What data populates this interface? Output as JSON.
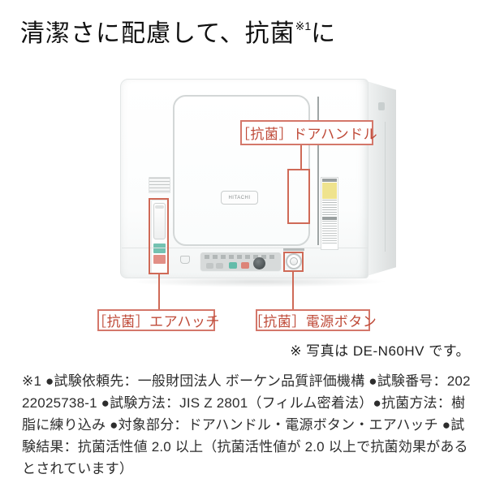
{
  "heading": {
    "pre": "清潔さに配慮して、抗菌",
    "sup": "※1",
    "post": "に"
  },
  "figure": {
    "brand_plate": "HITACHI",
    "annotations": {
      "door_handle": "［抗菌］ドアハンドル",
      "air_hatch": "［抗菌］エアハッチ",
      "power_button": "［抗菌］電源ボタン"
    },
    "caption": "※ 写真は DE-N60HV です。"
  },
  "footnote": "※1 ●試験依頼先：一般財団法人 ボーケン品質評価機構 ●試験番号：20222025738-1 ●試験方法：JIS Z 2801（フィルム密着法）●抗菌方法：樹脂に練り込み ●対象部分：ドアハンドル・電源ボタン・エアハッチ ●試験結果：抗菌活性値 2.0 以上（抗菌活性値が 2.0 以上で抗菌効果があるとされています）",
  "colors": {
    "annotation_border": "#d4776a",
    "annotation_line": "#cf6a57",
    "annotation_text": "#bf4a38",
    "sticker_teal": "#74c2b1",
    "sticker_red": "#e28f86",
    "button_teal": "#63bcaa",
    "button_red": "#dd8478",
    "warning_yellow": "#efe38e"
  }
}
